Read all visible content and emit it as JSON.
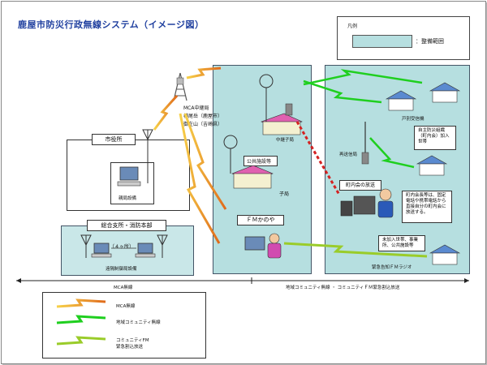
{
  "title": "鹿屋市防災行政無線システム（イメージ図）",
  "legend_top": {
    "label": "凡例",
    "swatch_text": "：整備範囲",
    "swatch_color": "#b6dfe0"
  },
  "relay_station": {
    "name": "MCA中継局",
    "detail1": "横尾岳（鹿屋市）",
    "detail2": "御在山（吉崎県）"
  },
  "city_hall": {
    "title": "市役所",
    "equipment": "親局設備"
  },
  "branch": {
    "title": "総合支所・消防本部",
    "link": "（４ヶ所）",
    "equipment": "遠隔制御局設備"
  },
  "relay_child": {
    "label": "中継子局"
  },
  "public_facility": {
    "label": "公共施設等"
  },
  "child_station": {
    "label": "子局"
  },
  "fm": {
    "title": "ＦＭかのや"
  },
  "household": {
    "label": "戸別受信機"
  },
  "retransmit": {
    "label": "再送信局"
  },
  "community_org": {
    "label": "自主防災組織（町内会）加入世帯"
  },
  "community_broadcast": {
    "title": "町内会の放送"
  },
  "community_callout": {
    "text": "町内会長等は、固定電話や携帯電話から直接自分の町内会に放送する。"
  },
  "non_member": {
    "text": "未加入世帯、事業所、公共施設等"
  },
  "fm_radio": {
    "label": "緊急告知ＦＭラジオ"
  },
  "axis": {
    "left": "MCA無線",
    "right": "地域コミュニティ無線 ・ コミュニティＦＭ緊急割込放送"
  },
  "bottom_legend": {
    "mca": "MCA無線",
    "community": "地域コミュニティ無線",
    "fm_line1": "コミュニティFM",
    "fm_line2": "緊急割込放送",
    "mca_color": "#e9a31f",
    "community_color": "#1fcf1f",
    "fm_color": "#9acc2a"
  }
}
